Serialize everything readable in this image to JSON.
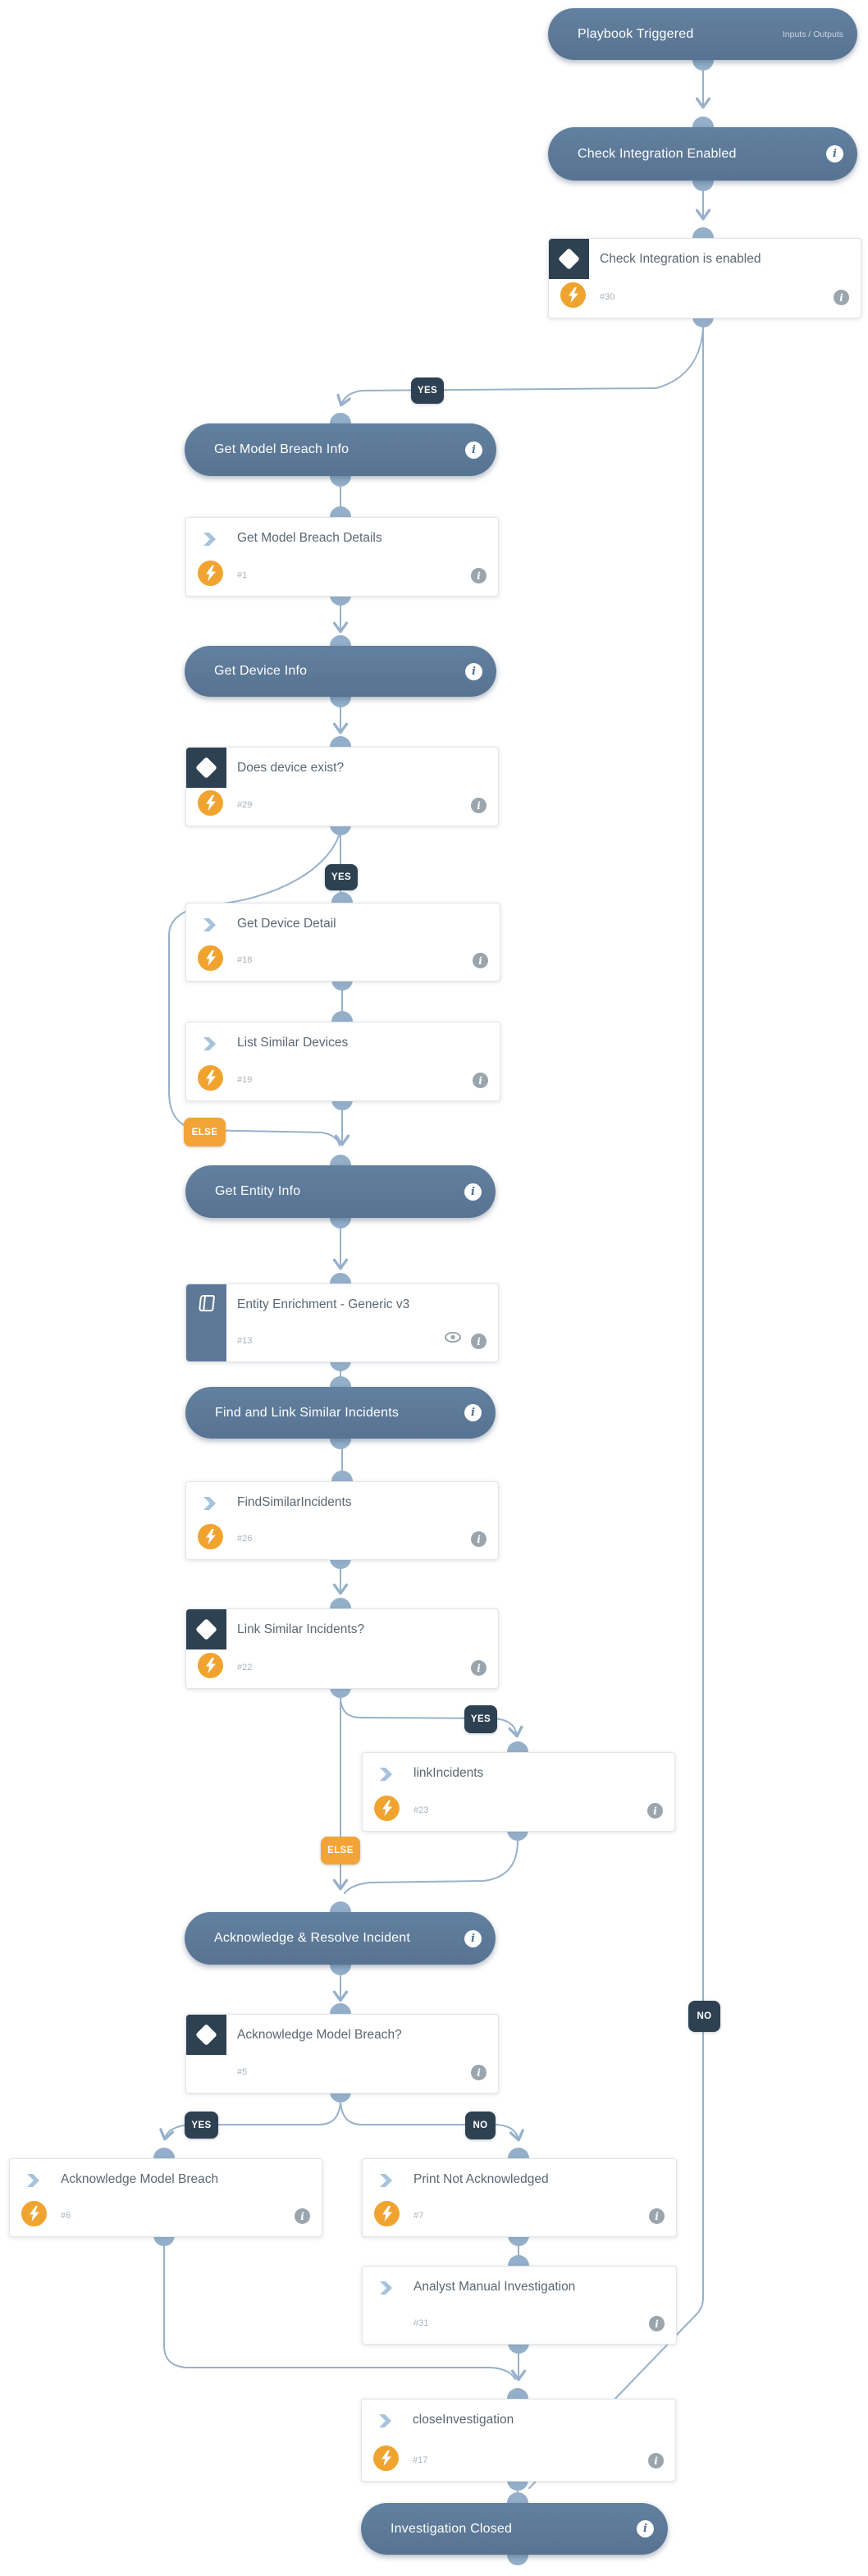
{
  "badges": {
    "yes": "YES",
    "no": "NO",
    "else": "ELSE"
  },
  "nodes": {
    "playbook_triggered": {
      "label": "Playbook Triggered",
      "aside": "Inputs / Outputs"
    },
    "check_integration_enabled": {
      "label": "Check Integration Enabled"
    },
    "check_integration_is_enabled": {
      "label": "Check Integration is enabled",
      "id": "#30"
    },
    "get_model_breach_info": {
      "label": "Get Model Breach Info"
    },
    "get_model_breach_details": {
      "label": "Get Model Breach Details",
      "id": "#1"
    },
    "get_device_info": {
      "label": "Get Device Info"
    },
    "does_device_exist": {
      "label": "Does device exist?",
      "id": "#29"
    },
    "get_device_detail": {
      "label": "Get Device Detail",
      "id": "#18"
    },
    "list_similar_devices": {
      "label": "List Similar Devices",
      "id": "#19"
    },
    "get_entity_info": {
      "label": "Get Entity Info"
    },
    "entity_enrichment": {
      "label": "Entity Enrichment - Generic v3",
      "id": "#13"
    },
    "find_and_link_similar_incidents": {
      "label": "Find and Link Similar Incidents"
    },
    "findsimilarincidents": {
      "label": "FindSimilarIncidents",
      "id": "#26"
    },
    "link_similar_incidents": {
      "label": "Link Similar Incidents?",
      "id": "#22"
    },
    "linkincidents": {
      "label": "linkIncidents",
      "id": "#23"
    },
    "acknowledge_resolve_incident": {
      "label": "Acknowledge & Resolve Incident"
    },
    "acknowledge_model_breach_q": {
      "label": "Acknowledge Model Breach?",
      "id": "#5"
    },
    "acknowledge_model_breach": {
      "label": "Acknowledge Model Breach",
      "id": "#6"
    },
    "print_not_acknowledged": {
      "label": "Print Not Acknowledged",
      "id": "#7"
    },
    "analyst_manual_investigation": {
      "label": "Analyst Manual Investigation",
      "id": "#31"
    },
    "closeinvestigation": {
      "label": "closeInvestigation",
      "id": "#17"
    },
    "investigation_closed": {
      "label": "Investigation Closed"
    }
  },
  "colors": {
    "header_pill": "#5d7796",
    "dark_slate": "#2e4152",
    "orange": "#f2a438",
    "bolt_orange": "#f0a42f",
    "line": "#97b1cb",
    "port": "#93afc9"
  }
}
